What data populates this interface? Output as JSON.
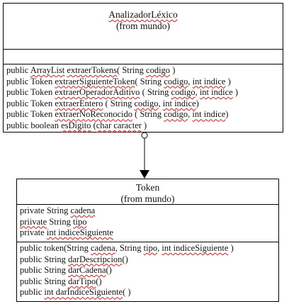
{
  "classes": {
    "analizador": {
      "name": "AnalizadorLéxico",
      "package": "(from mundo)",
      "attributes": [],
      "methods": [
        [
          {
            "t": "public "
          },
          {
            "t": "ArrayList",
            "s": true
          },
          {
            "t": " "
          },
          {
            "t": "extraerTokens",
            "s": true
          },
          {
            "t": "( String "
          },
          {
            "t": "codigo",
            "s": true
          },
          {
            "t": " )"
          }
        ],
        [
          {
            "t": "public Token "
          },
          {
            "t": "extraerSiguienteToken",
            "s": true
          },
          {
            "t": "( String "
          },
          {
            "t": "codigo",
            "s": true
          },
          {
            "t": ", "
          },
          {
            "t": "int indice",
            "s": true
          },
          {
            "t": " )"
          }
        ],
        [
          {
            "t": "public Token "
          },
          {
            "t": "extraerOperadorAditivo",
            "s": true
          },
          {
            "t": " ( String "
          },
          {
            "t": "codigo",
            "s": true
          },
          {
            "t": ", "
          },
          {
            "t": "int indice",
            "s": true
          },
          {
            "t": " )"
          }
        ],
        [
          {
            "t": "public Token "
          },
          {
            "t": "extraerEntero",
            "s": true
          },
          {
            "t": " ( String "
          },
          {
            "t": "codigo",
            "s": true
          },
          {
            "t": ", "
          },
          {
            "t": "int indice",
            "s": true
          },
          {
            "t": ")"
          }
        ],
        [
          {
            "t": "public Token "
          },
          {
            "t": "extraerNoReconocido",
            "s": true
          },
          {
            "t": " ( String "
          },
          {
            "t": "codigo",
            "s": true
          },
          {
            "t": ", "
          },
          {
            "t": "int indice",
            "s": true
          },
          {
            "t": ")"
          }
        ],
        [
          {
            "t": "public boolean "
          },
          {
            "t": "esDigito",
            "s": true
          },
          {
            "t": " ("
          },
          {
            "t": "char caracter",
            "s": true
          },
          {
            "t": " )"
          }
        ]
      ]
    },
    "token": {
      "name": "Token",
      "package": "(from mundo)",
      "attributes": [
        [
          {
            "t": "private String "
          },
          {
            "t": "cadena",
            "s": true
          }
        ],
        [
          {
            "t": "priivate",
            "s": true
          },
          {
            "t": " String "
          },
          {
            "t": "tipo",
            "s": true
          }
        ],
        [
          {
            "t": "private "
          },
          {
            "t": "int indiceSiguiente",
            "s": true
          }
        ]
      ],
      "methods": [
        [
          {
            "t": "public token(String "
          },
          {
            "t": "cadena",
            "s": true
          },
          {
            "t": ", String "
          },
          {
            "t": "tipo",
            "s": true
          },
          {
            "t": ", "
          },
          {
            "t": "int indiceSiguiente",
            "s": true
          },
          {
            "t": " )"
          }
        ],
        [
          {
            "t": "public String "
          },
          {
            "t": "darDescripcion",
            "s": true
          },
          {
            "t": "()"
          }
        ],
        [
          {
            "t": "public String "
          },
          {
            "t": "darCadena",
            "s": true
          },
          {
            "t": "()"
          }
        ],
        [
          {
            "t": "public String "
          },
          {
            "t": "darTipo",
            "s": true
          },
          {
            "t": "()"
          }
        ],
        [
          {
            "t": "public "
          },
          {
            "t": "int darIndiceSiguiente",
            "s": true
          },
          {
            "t": "( )"
          }
        ]
      ]
    }
  },
  "relationship": {
    "type": "association",
    "from": "AnalizadorLéxico",
    "to": "Token"
  },
  "colors": {
    "border": "#000000",
    "spellcheck_underline": "#d21c1c"
  }
}
